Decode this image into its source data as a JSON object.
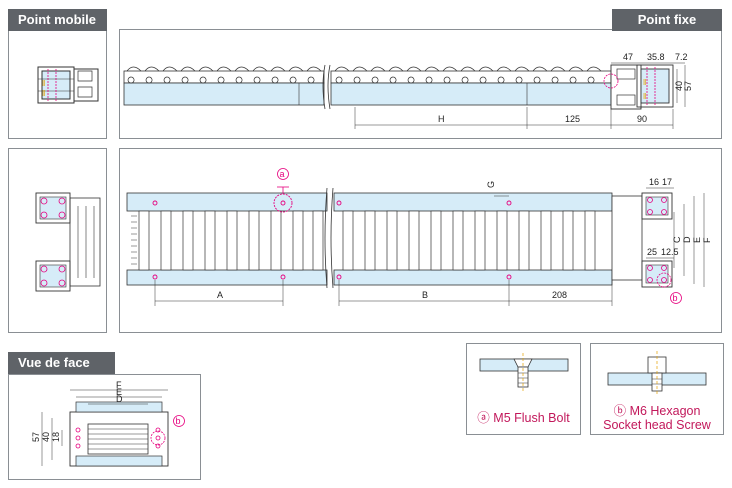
{
  "headers": {
    "mobile": "Point mobile",
    "fixe": "Point fixe",
    "face": "Vue de face"
  },
  "dimensions_top": {
    "d47": "47",
    "d35_8": "35.8",
    "d7_2": "7.2",
    "d40": "40",
    "d57": "57",
    "H": "H",
    "d125": "125",
    "d90": "90"
  },
  "dimensions_mid": {
    "a": "a",
    "b": "b",
    "G": "G",
    "d16": "16",
    "d17": "17",
    "C": "C",
    "D": "D",
    "E": "E",
    "F": "F",
    "d25": "25",
    "d12_5": "12.5",
    "A": "A",
    "B": "B",
    "d208": "208"
  },
  "dimensions_face": {
    "F": "F",
    "E": "E",
    "D": "D",
    "d57": "57",
    "d40": "40",
    "d18": "18",
    "b": "b"
  },
  "legend": {
    "bolt_marker": "ⓐ",
    "bolt_name": "M5 Flush Bolt",
    "screw_marker": "ⓑ",
    "screw_name_line1": "M6 Hexagon",
    "screw_name_line2": "Socket head Screw"
  },
  "colors": {
    "accent": "#e6007e",
    "fill": "#d6ecf8",
    "header_bg": "#5f6368"
  }
}
